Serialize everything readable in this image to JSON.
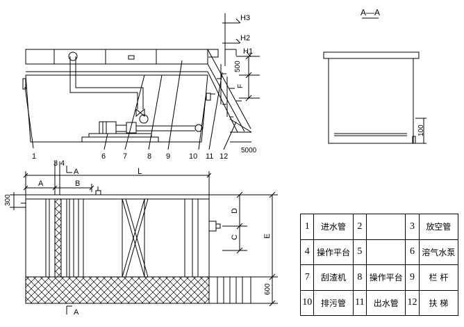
{
  "labels": {
    "h3": "H3",
    "h2": "H2",
    "h1": "H1",
    "dim_500": "500",
    "dim_f": "F",
    "dim_5000": "5000",
    "section_title": "A—A",
    "dim_100": "100",
    "n1": "1",
    "n6": "6",
    "n7": "7",
    "n8": "8",
    "n9": "9",
    "n10": "10",
    "n11": "11",
    "n12": "12",
    "n3": "3",
    "n4": "4",
    "cut_a_top": "A",
    "cut_a_bottom": "A",
    "dim_l": "L",
    "dim_a": "A",
    "dim_b": "B",
    "dim_300": "300",
    "dim_d": "D",
    "dim_c": "C",
    "dim_e": "E",
    "dim_600": "600"
  },
  "legend": [
    [
      {
        "num": "1",
        "name": "进水管"
      },
      {
        "num": "2",
        "name": ""
      },
      {
        "num": "3",
        "name": "放空管"
      }
    ],
    [
      {
        "num": "4",
        "name": "操作平台"
      },
      {
        "num": "5",
        "name": ""
      },
      {
        "num": "6",
        "name": "溶气水泵"
      }
    ],
    [
      {
        "num": "7",
        "name": "刮渣机"
      },
      {
        "num": "8",
        "name": "操作平台"
      },
      {
        "num": "9",
        "name": "栏  杆"
      }
    ],
    [
      {
        "num": "10",
        "name": "排污管"
      },
      {
        "num": "11",
        "name": "出水管"
      },
      {
        "num": "12",
        "name": "扶  梯"
      }
    ]
  ]
}
